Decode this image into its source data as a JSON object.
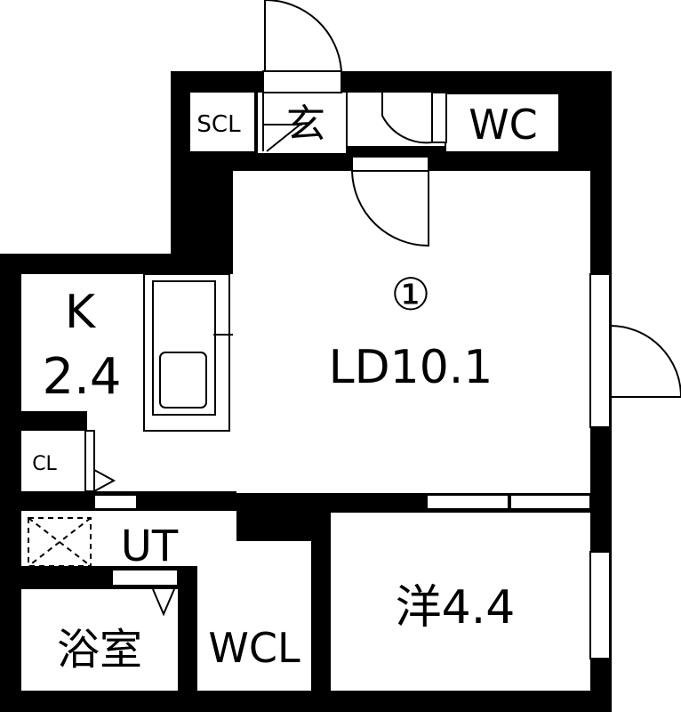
{
  "rooms": {
    "scl": "SCL",
    "genkan": "玄",
    "wc": "WC",
    "ld_number": "①",
    "ld": "LD10.1",
    "k_name": "K",
    "k_size": "2.4",
    "cl": "CL",
    "ut": "UT",
    "bath": "浴室",
    "wcl": "WCL",
    "western": "洋4.4"
  }
}
